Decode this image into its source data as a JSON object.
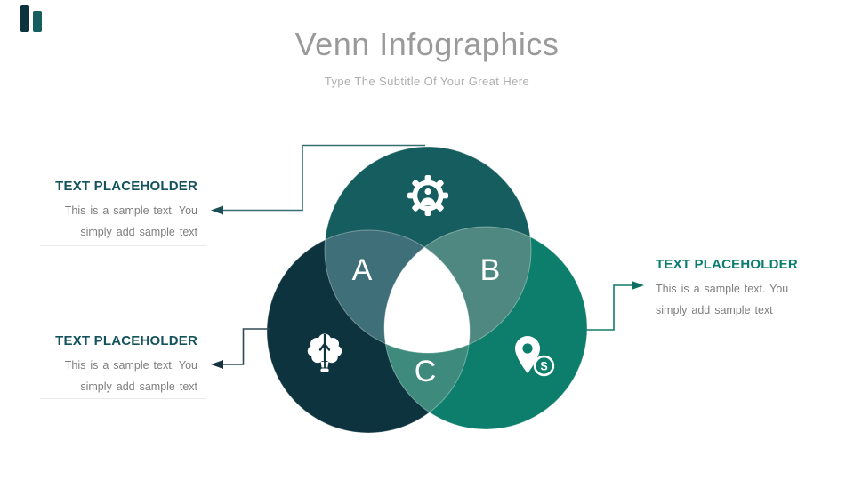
{
  "slide": {
    "title": "Venn Infographics",
    "subtitle": "Type The Subtitle Of Your Great Here",
    "title_color": "#9A9A9A",
    "subtitle_color": "#AEAEAE",
    "background": "#FFFFFF"
  },
  "logo": {
    "bar1_color": "#0D333E",
    "bar2_color": "#155D5F"
  },
  "venn": {
    "circles": [
      {
        "name": "top",
        "color": "#155D5F",
        "icon": "user-gear-icon"
      },
      {
        "name": "bottom-left",
        "color": "#0D333E",
        "icon": "brain-idea-icon"
      },
      {
        "name": "bottom-right",
        "color": "#0D7E6B",
        "icon": "money-location-icon"
      }
    ],
    "overlaps": {
      "top_bottom_left": "#3F6F79",
      "top_bottom_right": "#4F8881",
      "bottom_left_bottom_right": "#3E8A7D",
      "center": "#FFFFFF"
    },
    "letters": [
      {
        "label": "A"
      },
      {
        "label": "B"
      },
      {
        "label": "C"
      }
    ],
    "letter_color": "#FFFFFF",
    "icon_color": "#FFFFFF",
    "dollar_sign": "$"
  },
  "callouts": [
    {
      "position": "top-left",
      "heading": "TEXT PLACEHOLDER",
      "heading_color": "#14535C",
      "line1": "This is a sample text. You",
      "line2": "simply add sample text",
      "body_color": "#7E7E7E",
      "line_color": "#376F72",
      "arrow_color": "#1B4F58"
    },
    {
      "position": "bottom-left",
      "heading": "TEXT PLACEHOLDER",
      "heading_color": "#14535C",
      "line1": "This is a sample text. You",
      "line2": "simply add sample text",
      "body_color": "#7E7E7E",
      "line_color": "#2E4A55",
      "arrow_color": "#16333F"
    },
    {
      "position": "right",
      "heading": "TEXT PLACEHOLDER",
      "heading_color": "#0A7C6D",
      "line1": "This is a sample text. You",
      "line2": "simply add sample text",
      "body_color": "#7E7E7E",
      "line_color": "#107C6A",
      "arrow_color": "#0C6F60"
    }
  ]
}
